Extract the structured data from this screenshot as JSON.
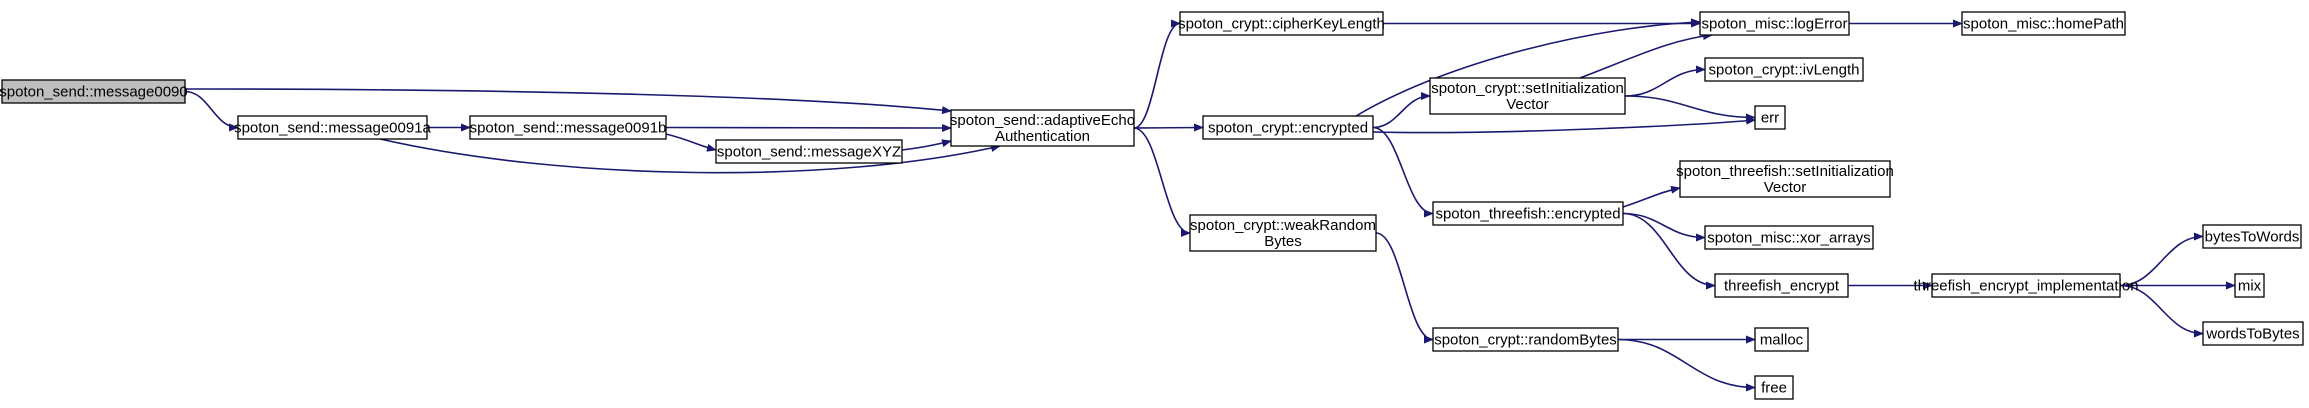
{
  "colors": {
    "edge": "#191970",
    "node_fill": "#ffffff",
    "root_fill": "#bfbfbf",
    "border": "#000000"
  },
  "nodes": [
    {
      "id": "message0090",
      "lines": [
        "spoton_send::message0090"
      ],
      "root": true
    },
    {
      "id": "message0091a",
      "lines": [
        "spoton_send::message0091a"
      ]
    },
    {
      "id": "message0091b",
      "lines": [
        "spoton_send::message0091b"
      ]
    },
    {
      "id": "messageXYZ",
      "lines": [
        "spoton_send::messageXYZ"
      ]
    },
    {
      "id": "adaptiveEcho",
      "lines": [
        "spoton_send::adaptiveEcho",
        "Authentication"
      ]
    },
    {
      "id": "cipherKeyLength",
      "lines": [
        "spoton_crypt::cipherKeyLength"
      ]
    },
    {
      "id": "crypt_encrypted",
      "lines": [
        "spoton_crypt::encrypted"
      ]
    },
    {
      "id": "weakRandomBytes",
      "lines": [
        "spoton_crypt::weakRandom",
        "Bytes"
      ]
    },
    {
      "id": "logError",
      "lines": [
        "spoton_misc::logError"
      ]
    },
    {
      "id": "homePath",
      "lines": [
        "spoton_misc::homePath"
      ]
    },
    {
      "id": "setInitVector",
      "lines": [
        "spoton_crypt::setInitialization",
        "Vector"
      ]
    },
    {
      "id": "ivLength",
      "lines": [
        "spoton_crypt::ivLength"
      ]
    },
    {
      "id": "err",
      "lines": [
        "err"
      ]
    },
    {
      "id": "threefish_encrypted",
      "lines": [
        "spoton_threefish::encrypted"
      ]
    },
    {
      "id": "tf_setInitVector",
      "lines": [
        "spoton_threefish::setInitialization",
        "Vector"
      ]
    },
    {
      "id": "xor_arrays",
      "lines": [
        "spoton_misc::xor_arrays"
      ]
    },
    {
      "id": "threefish_encrypt",
      "lines": [
        "threefish_encrypt"
      ]
    },
    {
      "id": "tf_impl",
      "lines": [
        "threefish_encrypt_implementation"
      ]
    },
    {
      "id": "bytesToWords",
      "lines": [
        "bytesToWords"
      ]
    },
    {
      "id": "mix",
      "lines": [
        "mix"
      ]
    },
    {
      "id": "wordsToBytes",
      "lines": [
        "wordsToBytes"
      ]
    },
    {
      "id": "randomBytes",
      "lines": [
        "spoton_crypt::randomBytes"
      ]
    },
    {
      "id": "malloc",
      "lines": [
        "malloc"
      ]
    },
    {
      "id": "free",
      "lines": [
        "free"
      ]
    }
  ],
  "edges": [
    {
      "from": "message0090",
      "to": "adaptiveEcho"
    },
    {
      "from": "message0090",
      "to": "message0091a"
    },
    {
      "from": "message0091a",
      "to": "message0091b"
    },
    {
      "from": "message0091a",
      "to": "adaptiveEcho"
    },
    {
      "from": "message0091b",
      "to": "adaptiveEcho"
    },
    {
      "from": "message0091b",
      "to": "messageXYZ"
    },
    {
      "from": "messageXYZ",
      "to": "adaptiveEcho"
    },
    {
      "from": "adaptiveEcho",
      "to": "cipherKeyLength"
    },
    {
      "from": "adaptiveEcho",
      "to": "crypt_encrypted"
    },
    {
      "from": "adaptiveEcho",
      "to": "weakRandomBytes"
    },
    {
      "from": "cipherKeyLength",
      "to": "logError"
    },
    {
      "from": "crypt_encrypted",
      "to": "logError"
    },
    {
      "from": "crypt_encrypted",
      "to": "setInitVector"
    },
    {
      "from": "crypt_encrypted",
      "to": "err"
    },
    {
      "from": "crypt_encrypted",
      "to": "threefish_encrypted"
    },
    {
      "from": "logError",
      "to": "homePath"
    },
    {
      "from": "setInitVector",
      "to": "logError"
    },
    {
      "from": "setInitVector",
      "to": "ivLength"
    },
    {
      "from": "setInitVector",
      "to": "err"
    },
    {
      "from": "threefish_encrypted",
      "to": "tf_setInitVector"
    },
    {
      "from": "threefish_encrypted",
      "to": "xor_arrays"
    },
    {
      "from": "threefish_encrypted",
      "to": "threefish_encrypt"
    },
    {
      "from": "threefish_encrypt",
      "to": "tf_impl"
    },
    {
      "from": "tf_impl",
      "to": "bytesToWords"
    },
    {
      "from": "tf_impl",
      "to": "mix"
    },
    {
      "from": "tf_impl",
      "to": "wordsToBytes"
    },
    {
      "from": "weakRandomBytes",
      "to": "randomBytes"
    },
    {
      "from": "randomBytes",
      "to": "malloc"
    },
    {
      "from": "randomBytes",
      "to": "free"
    }
  ]
}
